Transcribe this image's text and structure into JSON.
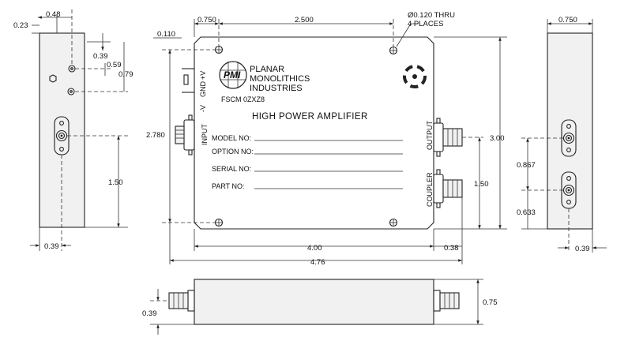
{
  "left_view": {
    "dims": {
      "d048": "0.48",
      "d023": "0.23",
      "d039": "0.39",
      "d059": "0.59",
      "d079": "0.79",
      "d150": "1.50",
      "d039b": "0.39"
    }
  },
  "top_view": {
    "dims": {
      "d0750": "0.750",
      "d2500": "2.500",
      "hole_note_1": "Ø0.120 THRU",
      "hole_note_2": "4 PLACES",
      "d0110": "0.110",
      "d2780": "2.780",
      "d300": "3.00",
      "d150": "1.50",
      "d400": "4.00",
      "d038": "0.38",
      "d476": "4.76"
    },
    "pins": {
      "vplus": "+V",
      "gnd": "GND",
      "vminus": "-V"
    },
    "logo": {
      "mark": "PMI",
      "line1": "PLANAR",
      "line2": "MONOLITHICS",
      "line3": "INDUSTRIES",
      "fscm": "FSCM  0ZXZ8"
    },
    "title": "HIGH POWER AMPLIFIER",
    "fields": {
      "model": "MODEL  NO:",
      "option": "OPTION  NO:",
      "serial": "SERIAL  NO:",
      "part": "PART    NO:"
    },
    "ports": {
      "input": "INPUT",
      "output": "OUTPUT",
      "coupler": "COUPLER"
    }
  },
  "right_view": {
    "dims": {
      "d0750": "0.750",
      "d0867": "0.867",
      "d0633": "0.633",
      "d039": "0.39"
    }
  },
  "bottom_view": {
    "dims": {
      "d039": "0.39",
      "d075": "0.75"
    }
  }
}
